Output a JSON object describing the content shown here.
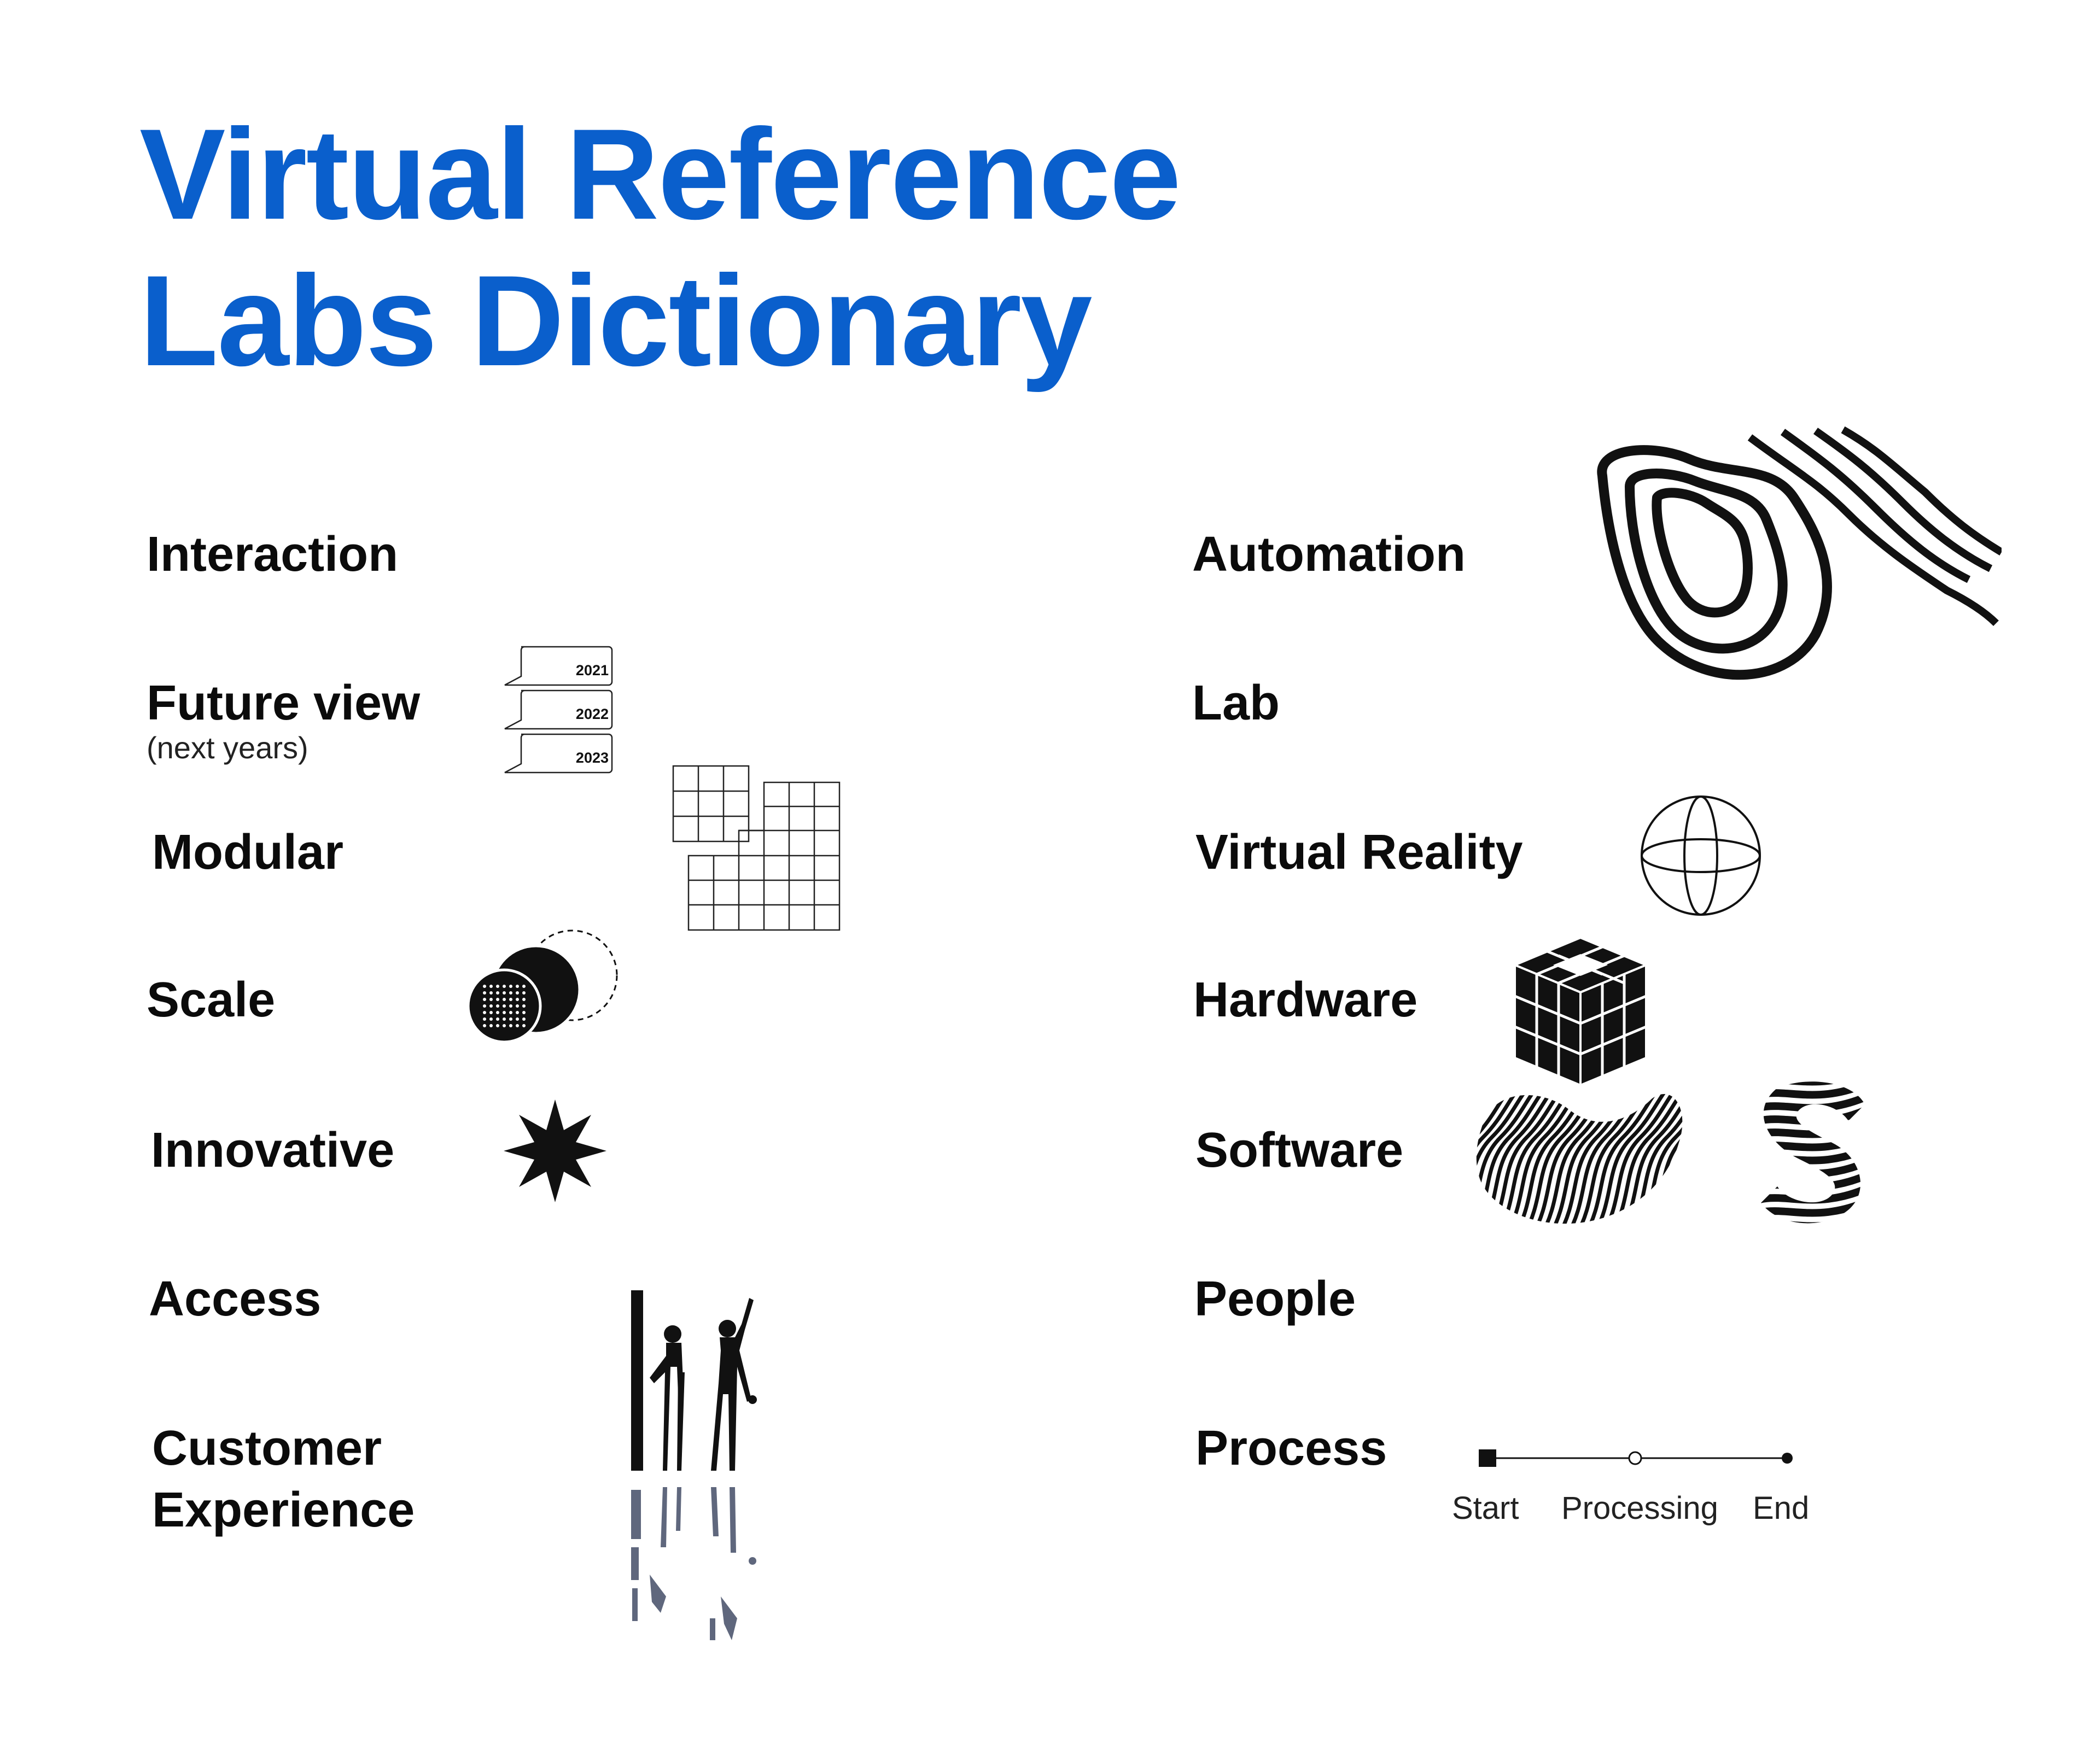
{
  "title": {
    "line1": "Virtual Reference",
    "line2": "Labs Dictionary"
  },
  "accent_color": "#0a5fcc",
  "left_terms": {
    "interaction": "Interaction",
    "future_view": "Future view",
    "future_view_sub": "(next years)",
    "modular": "Modular",
    "scale": "Scale",
    "innovative": "Innovative",
    "access": "Access",
    "customer_experience_1": "Customer",
    "customer_experience_2": "Experience"
  },
  "right_terms": {
    "automation": "Automation",
    "lab": "Lab",
    "virtual_reality": "Virtual Reality",
    "hardware": "Hardware",
    "software": "Software",
    "people": "People",
    "process": "Process"
  },
  "future_years": [
    "2021",
    "2022",
    "2023"
  ],
  "process_steps": {
    "start": "Start",
    "processing": "Processing",
    "end": "End"
  },
  "icons": {
    "future_view": "speech-bubbles-icon",
    "modular": "grid-blocks-icon",
    "scale": "overlapping-circles-icon",
    "innovative": "star-burst-icon",
    "customer_experience": "people-silhouette-icon",
    "automation": "contour-wave-icon",
    "virtual_reality": "globe-wireframe-icon",
    "hardware": "cube-grid-icon",
    "software": "striped-blob-icon",
    "process": "timeline-icon"
  }
}
